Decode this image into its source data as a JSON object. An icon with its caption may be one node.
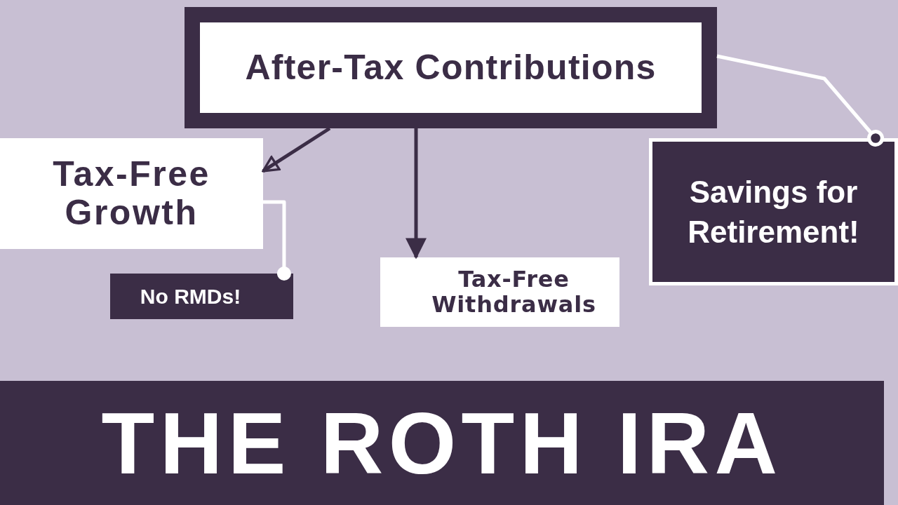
{
  "diagram": {
    "title": "THE ROTH IRA",
    "nodes": [
      {
        "text": [
          "After-Tax Contributions"
        ]
      },
      {
        "text": [
          "Tax-Free Growth"
        ]
      },
      {
        "text": [
          "No RMDs!"
        ]
      },
      {
        "text": [
          "Tax-Free Withdrawals"
        ]
      },
      {
        "text": [
          "Savings for Retirement!"
        ]
      }
    ],
    "edges": [
      {
        "from": 0,
        "to": 1,
        "arrow": "to"
      },
      {
        "from": 0,
        "to": 3,
        "arrow": "to"
      },
      {
        "from": 1,
        "to": 2,
        "arrow": "other",
        "color": "#ffffff"
      },
      {
        "from": 0,
        "to": 4,
        "arrow": "other",
        "color": "#ffffff"
      }
    ]
  }
}
